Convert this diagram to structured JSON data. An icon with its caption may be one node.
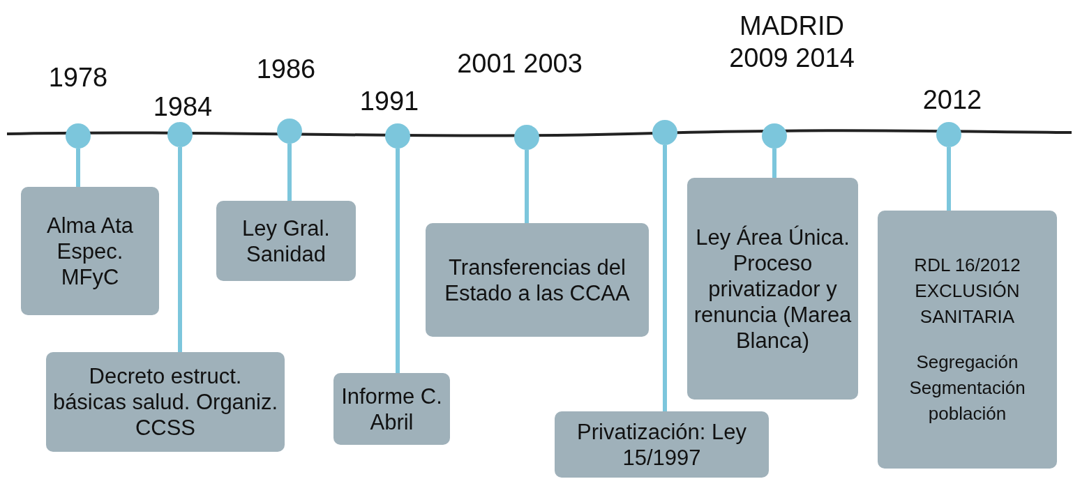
{
  "diagram": {
    "nodes": [
      {
        "text": [],
        "shape": "circle",
        "beside": [
          "1978"
        ]
      },
      {
        "text": [],
        "shape": "circle",
        "beside": [
          "1984"
        ]
      },
      {
        "text": [],
        "shape": "circle",
        "beside": [
          "1986"
        ]
      },
      {
        "text": [],
        "shape": "circle",
        "beside": [
          "1991"
        ]
      },
      {
        "text": [],
        "shape": "circle",
        "beside": [
          "2001 2003"
        ]
      },
      {
        "text": [],
        "shape": "circle"
      },
      {
        "text": [],
        "shape": "circle",
        "beside": [
          "MADRID 2009 2014"
        ]
      },
      {
        "text": [],
        "shape": "circle",
        "beside": [
          "2012"
        ]
      },
      {
        "text": [
          "Alma Ata Espec. MFyC"
        ]
      },
      {
        "text": [
          "Decreto estruct. básicas salud. Organiz. CCSS"
        ]
      },
      {
        "text": [
          "Ley Gral. Sanidad"
        ]
      },
      {
        "text": [
          "Informe C. Abril"
        ]
      },
      {
        "text": [
          "Transferencias del Estado a las CCAA"
        ]
      },
      {
        "text": [
          "Privatización: Ley 15/1997"
        ]
      },
      {
        "text": [
          "Ley Área Única. Proceso privatizador y renuncia (Marea Blanca)"
        ]
      },
      {
        "text": [
          "RDL 16/2012 EXCLUSIÓN SANITARIA",
          "Segregación Segmentación población"
        ]
      }
    ],
    "edges": [
      {
        "from": 0,
        "to": 8,
        "arrow": "none"
      },
      {
        "from": 1,
        "to": 9,
        "arrow": "none"
      },
      {
        "from": 2,
        "to": 10,
        "arrow": "none"
      },
      {
        "from": 3,
        "to": 11,
        "arrow": "none"
      },
      {
        "from": 4,
        "to": 12,
        "arrow": "none"
      },
      {
        "from": 5,
        "to": 13,
        "arrow": "none"
      },
      {
        "from": 6,
        "to": 14,
        "arrow": "none"
      },
      {
        "from": 7,
        "to": 15,
        "arrow": "none"
      }
    ]
  }
}
